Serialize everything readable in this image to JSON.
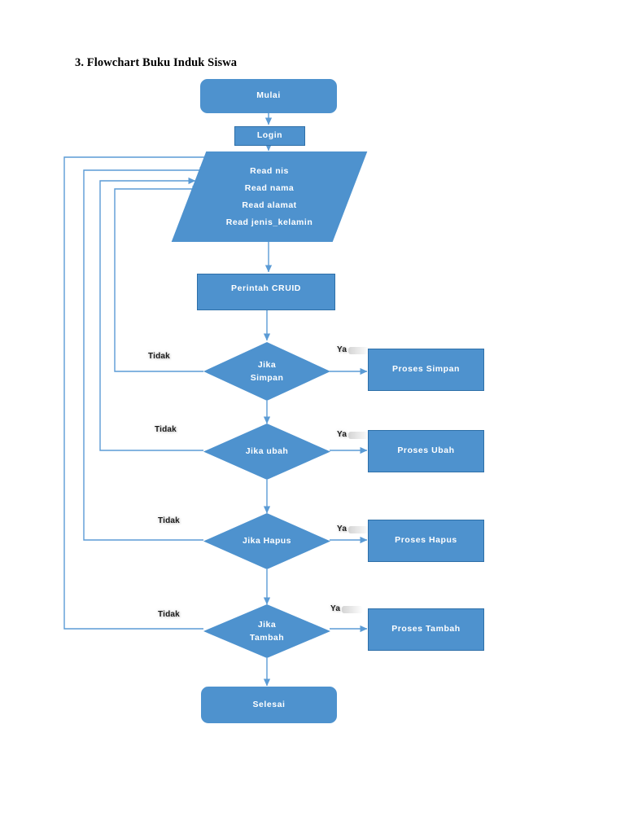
{
  "document": {
    "heading": "3. Flowchart Buku Induk Siswa"
  },
  "flowchart": {
    "type": "flowchart",
    "title": "3. Flowchart Buku Induk Siswa",
    "colors": {
      "node_fill": "#4E92CE",
      "node_border": "#2E6FA8",
      "node_text": "#FFFFFF",
      "connector": "#5B9BD5",
      "heading_text": "#000000",
      "edge_label_text": "#1A1A1A",
      "background": "#FFFFFF"
    },
    "nodes": [
      {
        "id": "mulai",
        "shape": "terminator",
        "label": "Mulai"
      },
      {
        "id": "login",
        "shape": "process",
        "label": "Login"
      },
      {
        "id": "read",
        "shape": "input",
        "lines": [
          "Read nis",
          "Read nama",
          "Read alamat",
          "Read jenis_kelamin"
        ]
      },
      {
        "id": "perintah",
        "shape": "process",
        "label": "Perintah CRUID"
      },
      {
        "id": "jika_simpan",
        "shape": "decision",
        "label": "Jika\nSimpan",
        "line1": "Jika",
        "line2": "Simpan"
      },
      {
        "id": "proses_simpan",
        "shape": "process",
        "label": "Proses Simpan"
      },
      {
        "id": "jika_ubah",
        "shape": "decision",
        "label": "Jika ubah",
        "line1": "Jika ubah",
        "line2": ""
      },
      {
        "id": "proses_ubah",
        "shape": "process",
        "label": "Proses Ubah"
      },
      {
        "id": "jika_hapus",
        "shape": "decision",
        "label": "Jika Hapus",
        "line1": "Jika Hapus",
        "line2": ""
      },
      {
        "id": "proses_hapus",
        "shape": "process",
        "label": "Proses Hapus"
      },
      {
        "id": "jika_tambah",
        "shape": "decision",
        "label": "Jika\nTambah",
        "line1": "Jika",
        "line2": "Tambah"
      },
      {
        "id": "proses_tambah",
        "shape": "process",
        "label": "Proses Tambah"
      },
      {
        "id": "selesai",
        "shape": "terminator",
        "label": "Selesai"
      }
    ],
    "edge_labels": {
      "ya": "Ya",
      "tidak": "Tidak"
    },
    "edges": [
      {
        "from": "mulai",
        "to": "login",
        "label": ""
      },
      {
        "from": "login",
        "to": "read",
        "label": ""
      },
      {
        "from": "read",
        "to": "perintah",
        "label": ""
      },
      {
        "from": "perintah",
        "to": "jika_simpan",
        "label": ""
      },
      {
        "from": "jika_simpan",
        "to": "proses_simpan",
        "label": "Ya"
      },
      {
        "from": "jika_simpan",
        "to": "read",
        "label": "Tidak"
      },
      {
        "from": "jika_simpan",
        "to": "jika_ubah",
        "label": ""
      },
      {
        "from": "jika_ubah",
        "to": "proses_ubah",
        "label": "Ya"
      },
      {
        "from": "jika_ubah",
        "to": "read",
        "label": "Tidak"
      },
      {
        "from": "jika_ubah",
        "to": "jika_hapus",
        "label": ""
      },
      {
        "from": "jika_hapus",
        "to": "proses_hapus",
        "label": "Ya"
      },
      {
        "from": "jika_hapus",
        "to": "read",
        "label": "Tidak"
      },
      {
        "from": "jika_hapus",
        "to": "jika_tambah",
        "label": ""
      },
      {
        "from": "jika_tambah",
        "to": "proses_tambah",
        "label": "Ya"
      },
      {
        "from": "jika_tambah",
        "to": "read",
        "label": "Tidak"
      },
      {
        "from": "jika_tambah",
        "to": "selesai",
        "label": ""
      }
    ]
  }
}
